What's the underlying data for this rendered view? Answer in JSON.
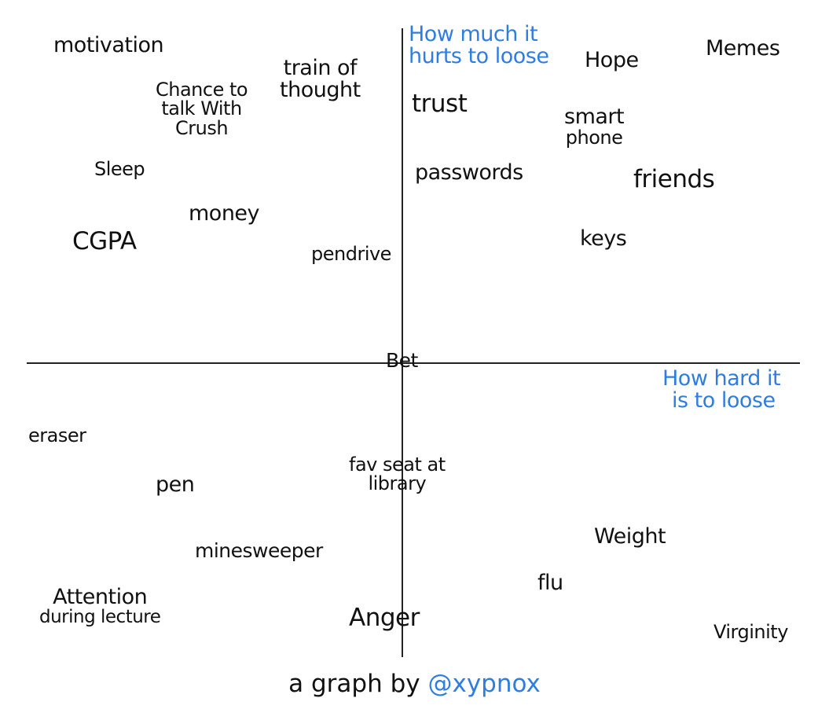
{
  "axes": {
    "y_label": [
      "How much it",
      "hurts to loose"
    ],
    "x_label": [
      "How hard it",
      "is to loose"
    ],
    "origin_label": "Bet",
    "accent_color": "#2f7de1"
  },
  "items": {
    "motivation": "motivation",
    "train_of_thought": [
      "train of",
      "thought"
    ],
    "chance_to_talk": [
      "Chance to",
      "talk With",
      "Crush"
    ],
    "sleep": "Sleep",
    "money": "money",
    "cgpa": "CGPA",
    "pendrive": "pendrive",
    "trust": "trust",
    "hope": "Hope",
    "memes": "Memes",
    "smartphone": [
      "smart",
      "phone"
    ],
    "passwords": "passwords",
    "friends": "friends",
    "keys": "keys",
    "eraser": "eraser",
    "pen": "pen",
    "fav_seat": [
      "fav seat at",
      "library"
    ],
    "minesweeper": "minesweeper",
    "attention": [
      "Attention",
      "during lecture"
    ],
    "anger": "Anger",
    "weight": "Weight",
    "flu": "flu",
    "virginity": "Virginity"
  },
  "caption": {
    "prefix": "a graph by ",
    "handle": "@xypnox"
  }
}
